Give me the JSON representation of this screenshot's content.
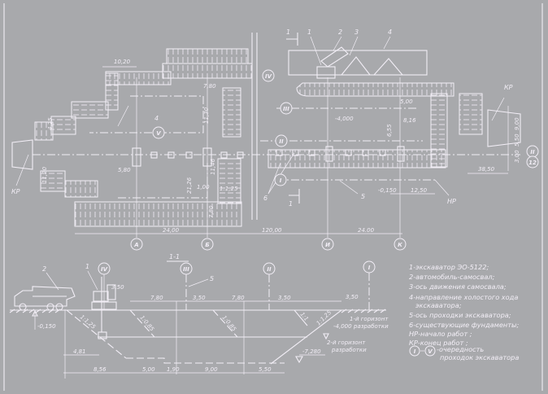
{
  "plan": {
    "callouts": [
      "1",
      "2",
      "3",
      "4",
      "5",
      "6"
    ],
    "section_mark": "1",
    "section_mark_bottom": "1",
    "route_labels": [
      "I",
      "II",
      "III",
      "IV",
      "V"
    ],
    "grid_axes": [
      "А",
      "Б",
      "И",
      "К"
    ],
    "row_axes": [
      "II",
      "12"
    ],
    "kr_left": "КР",
    "kr_right": "КР",
    "hp": "НР",
    "dims": {
      "d1020": "10,20",
      "d780": "7,80",
      "d1130": "11,30",
      "d580": "5,80",
      "d2126": "21,26",
      "d100": "1,00",
      "d1146": "11,46",
      "slope125": "1:1,25",
      "d780b": "7,80",
      "d1120": "11,20",
      "d425": "4,25",
      "d500": "5,00",
      "elev4000": "-4,000",
      "d816": "8,16",
      "d655": "6,55",
      "d900": "9,00",
      "d550": "5,50",
      "d300": "3,00",
      "d3850": "38,50",
      "elev0150": "-0,150",
      "d1250": "12,50",
      "d2400a": "24,00",
      "d12000": "120,00",
      "d2400b": "24.00"
    }
  },
  "section": {
    "title": "1-1",
    "callouts": [
      "1",
      "2",
      "5"
    ],
    "passes": [
      "IV",
      "III",
      "II",
      "I"
    ],
    "dims": {
      "a350": "3,50",
      "b780": "7,80",
      "c350": "3,50",
      "d780": "7,80",
      "e350": "3,50",
      "f350": "3,50",
      "g481": "4,81",
      "h856": "8,56",
      "i500": "5,00",
      "j190": "1,90",
      "k900": "9,00",
      "l550": "5,50"
    },
    "slopes": [
      "1:1,25",
      "1:0,85",
      "1:0,85",
      "1:1",
      "1:1,25"
    ],
    "elev_ground": "-0,150",
    "elev_h1": "-4,000",
    "elev_h2": "-7,280",
    "horizon1": [
      "1-й горизонт",
      "разработки"
    ],
    "horizon2": [
      "2-й горизонт",
      "разработки"
    ]
  },
  "legend": {
    "items": [
      "1-экскаватор ЭО-5122;",
      "2-автомобиль-самосвал;",
      "3-ось движения самосвала;",
      "4-направление холостого хода",
      "экскаватора;",
      "5-ось проходки экскаватора;",
      "6-существующие фундаменты;",
      "НР-начало работ ;",
      "КР-конец работ ;"
    ],
    "pass_range_from": "I",
    "pass_range_to": "V",
    "pass_note": [
      "-очередность",
      "проходок экскаватора"
    ]
  },
  "colors": {
    "background": "#a8a9ac",
    "ink": "#f2eef6"
  }
}
